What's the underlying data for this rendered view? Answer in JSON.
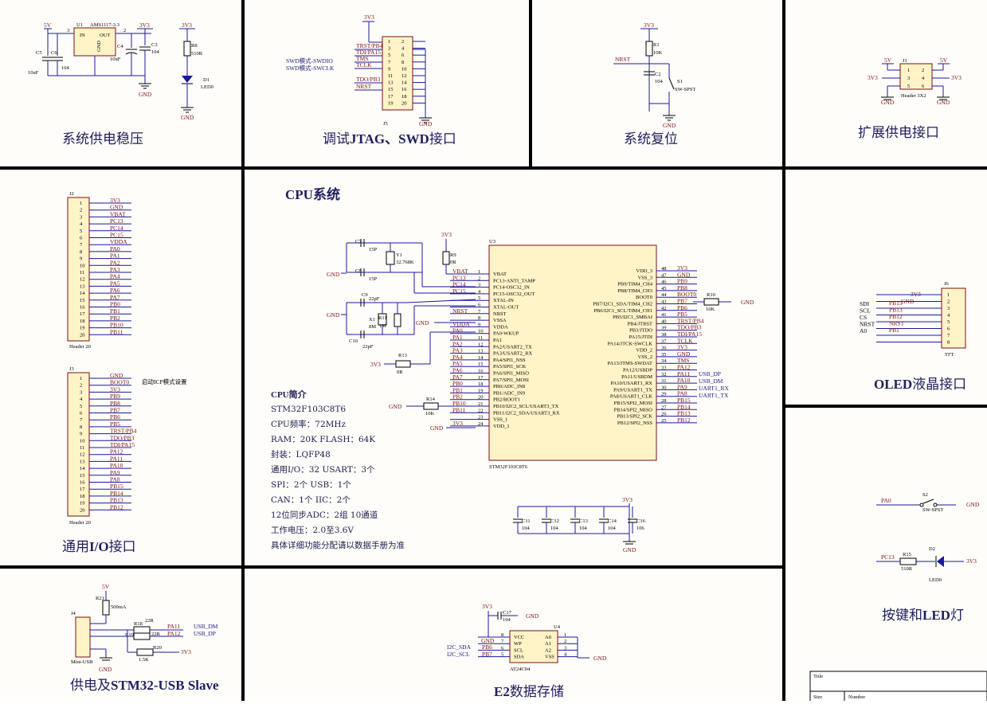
{
  "sections": {
    "power_reg": "系统供电稳压",
    "jtag_prefix": "调试",
    "jtag_bold": "JTAG、SWD",
    "jtag_suffix": "接口",
    "reset": "系统复位",
    "ext_power": "扩展供电接口",
    "cpu_title": "CPU系统",
    "io_prefix": "通用",
    "io_bold": "I/O",
    "io_suffix": "接口",
    "oled_bold": "OLED",
    "oled_suffix": "液晶接口",
    "key_prefix": "按键和",
    "key_bold": "LED",
    "key_suffix": "灯",
    "usb_prefix": "供电及",
    "usb_bold": "STM32-USB Slave",
    "eeprom_bold": "E2",
    "eeprom_suffix": "数据存储"
  },
  "cpu_info": {
    "heading": "CPU简介",
    "lines": [
      "STM32F103C8T6",
      "CPU频率：72MHz",
      "RAM：20K  FLASH：64K",
      "封装：LQFP48",
      "通用I/O：32     USART：3个",
      "SPI：2个          USB：1个",
      "CAN：1个         IIC：2个",
      "12位同步ADC：2组  10通道",
      "工作电压：2.0至3.6V",
      "具体详细功能分配请以数据手册为准"
    ]
  },
  "title_block": {
    "title": "Title",
    "size": "Size",
    "number": "Number"
  },
  "net": {
    "v5": "5V",
    "v33": "3V3",
    "gnd": "GND",
    "nrst": "NRST"
  },
  "reg": {
    "u1": "U1",
    "part": "AMS1117-3.3",
    "in": "IN",
    "out": "OUT",
    "gnd": "GND",
    "c5": "C5",
    "c6": "C6",
    "c4": "C4",
    "c3": "C3",
    "c5v": "10uF",
    "c6v": "104",
    "c4v": "10uF",
    "c3v": "104",
    "r8": "R8",
    "r8v": "510R",
    "d1": "D1",
    "d1v": "LED0",
    "p3": "3",
    "p2": "2",
    "p1": "1"
  },
  "jtag": {
    "j5": "J5",
    "left_nets": [
      "TRST/PB4",
      "TDI/PA15",
      "TMS",
      "TCLK",
      "",
      "TDO/PB3",
      "NRST"
    ],
    "swdio": "SWD模式-SWDIO",
    "swclk": "SWD模式-SWCLK",
    "odd": [
      "1",
      "3",
      "5",
      "7",
      "9",
      "11",
      "13",
      "15",
      "17",
      "19"
    ],
    "even": [
      "2",
      "4",
      "6",
      "8",
      "10",
      "12",
      "14",
      "16",
      "18",
      "20"
    ]
  },
  "rst": {
    "r1": "R1",
    "r1v": "10K",
    "c2": "C2",
    "c2v": "104",
    "s1": "S1",
    "s1v": "SW-SPST"
  },
  "ext": {
    "j1": "J1",
    "part": "Header 3X2",
    "pins": [
      "1",
      "2",
      "3",
      "4",
      "5",
      "6"
    ]
  },
  "j2": {
    "name": "J2",
    "part": "Header 20",
    "nets": [
      "3V3",
      "GND",
      "VBAT",
      "PC13",
      "PC14",
      "PC15",
      "VDDA",
      "PA0",
      "PA1",
      "PA2",
      "PA3",
      "PA4",
      "PA5",
      "PA6",
      "PA7",
      "PB0",
      "PB1",
      "PB2",
      "PB10",
      "PB11"
    ]
  },
  "j3": {
    "name": "J3",
    "part": "Header 20",
    "icp": "启动ICP模式设置",
    "nets": [
      "GND",
      "BOOT0",
      "3V3",
      "PB9",
      "PB8",
      "PB7",
      "PB6",
      "PB5",
      "TRST/PB4",
      "TDO/PB3",
      "TDI/PA15",
      "PA12",
      "PA11",
      "PA10",
      "PA9",
      "PA8",
      "PB15",
      "PB14",
      "PB13",
      "PB12"
    ]
  },
  "mcu": {
    "u3": "U3",
    "part": "STM32F103C8T6",
    "left_pins": [
      [
        "1",
        "VBAT",
        "VBAT"
      ],
      [
        "2",
        "PC13-ANTI_TAMP",
        "PC13"
      ],
      [
        "3",
        "PC14-OSC32_IN",
        "PC14"
      ],
      [
        "4",
        "PC15-OSC32_OUT",
        "PC15"
      ],
      [
        "5",
        "XTAL-IN",
        ""
      ],
      [
        "6",
        "XTAL-OUT",
        ""
      ],
      [
        "7",
        "NRST",
        "NRST"
      ],
      [
        "8",
        "VSSA",
        ""
      ],
      [
        "9",
        "VDDA",
        "VDDA"
      ],
      [
        "10",
        "PA0-WKUP",
        "PA0"
      ],
      [
        "11",
        "PA1",
        "PA1"
      ],
      [
        "12",
        "PA2/USART2_TX",
        "PA2"
      ],
      [
        "13",
        "PA3/USART2_RX",
        "PA3"
      ],
      [
        "14",
        "PA4/SPI1_NSS",
        "PA4"
      ],
      [
        "15",
        "PA5/SPI1_SCK",
        "PA5"
      ],
      [
        "16",
        "PA6/SPI1_MISO",
        "PA6"
      ],
      [
        "17",
        "PA7/SPI1_MOSI",
        "PA7"
      ],
      [
        "18",
        "PB0/ADC_IN8",
        "PB0"
      ],
      [
        "19",
        "PB1/ADC_IN9",
        "PB1"
      ],
      [
        "20",
        "PB2/BOOT1",
        "PB2"
      ],
      [
        "21",
        "PB10/I2C2_SCL/USART3_TX",
        "PB10"
      ],
      [
        "22",
        "PB11/I2C2_SDA/USART3_RX",
        "PB11"
      ],
      [
        "23",
        "VSS_1",
        ""
      ],
      [
        "24",
        "VDD_1",
        "3V3"
      ]
    ],
    "right_pins": [
      [
        "48",
        "VDD_3",
        "3V3"
      ],
      [
        "47",
        "VSS_3",
        "GND"
      ],
      [
        "46",
        "PB9/TIM4_CH4",
        "PB9"
      ],
      [
        "45",
        "PB8/TIM4_CH3",
        "PB8"
      ],
      [
        "44",
        "BOOT0",
        "BOOT0"
      ],
      [
        "43",
        "PB7/I2C1_SDA/TIM4_CH2",
        "PB7"
      ],
      [
        "42",
        "PB6/I2C1_SCL/TIM4_CH1",
        "PB6"
      ],
      [
        "41",
        "PB5/I2C1_SMBAI",
        "PB5"
      ],
      [
        "40",
        "PB4/JTRST",
        "TRST/PB4"
      ],
      [
        "39",
        "PB3/JTDO",
        "TDO/PB3"
      ],
      [
        "38",
        "PA15/JTDI",
        "TDI/PA15"
      ],
      [
        "37",
        "PA14/JTCK-SWCLK",
        "TCLK"
      ],
      [
        "36",
        "VDD_2",
        "3V3"
      ],
      [
        "35",
        "VSS_2",
        "GND"
      ],
      [
        "34",
        "PA13/JTMS-SWDAT",
        "TMS"
      ],
      [
        "33",
        "PA12/USBDP",
        "PA12"
      ],
      [
        "32",
        "PA11/USBDM",
        "PA11"
      ],
      [
        "31",
        "PA10/USART1_RX",
        "PA10"
      ],
      [
        "30",
        "PA9/USART1_TX",
        "PA9"
      ],
      [
        "29",
        "PA8/USART1_CLK",
        "PA8"
      ],
      [
        "28",
        "PB15/SPI2_MOSI",
        "PB15"
      ],
      [
        "27",
        "PB14/SPI2_MISO",
        "PB14"
      ],
      [
        "26",
        "PB13/SPI2_SCK",
        "PB13"
      ],
      [
        "25",
        "PB12/SPI2_NSS",
        "PB12"
      ]
    ],
    "usb_dp": "USB_DP",
    "usb_dm": "USB_DM",
    "uart_rx": "UART1_RX",
    "uart_tx": "UART1_TX",
    "c7": "C7",
    "c7v": "15P",
    "c8": "C8",
    "c8v": "15P",
    "y1": "Y1",
    "y1v": "32.768K",
    "c9": "C9",
    "c9v": "22pF",
    "c10": "C10",
    "c10v": "22pF",
    "x1": "X1",
    "x1v": "8M",
    "r11": "R11",
    "r11v": "1M",
    "r9": "R9",
    "r9v": "0R",
    "r13": "R13",
    "r13v": "0R",
    "r14": "R14",
    "r14v": "10K",
    "r10": "R10",
    "r10v": "10K"
  },
  "decoup": {
    "caps": [
      [
        "C11",
        "104"
      ],
      [
        "C12",
        "104"
      ],
      [
        "C13",
        "104"
      ],
      [
        "C14",
        "104"
      ],
      [
        "C16",
        "106"
      ]
    ]
  },
  "oled": {
    "j6": "J6",
    "part": "TFT",
    "sigs": [
      "SDI",
      "SCL",
      "CS",
      "NRST",
      "A0"
    ],
    "nets": [
      "PB15",
      "PB13",
      "PB12",
      "NRST",
      "PB1"
    ],
    "pins": [
      "1",
      "2",
      "3",
      "4",
      "5",
      "6",
      "7",
      "8"
    ]
  },
  "keys": {
    "pa0": "PA0",
    "s2": "S2",
    "s2v": "SW-SPST",
    "pc13": "PC13",
    "r15": "R15",
    "r15v": "510R",
    "d2": "D2",
    "d2v": "LED0"
  },
  "usb": {
    "j4": "J4",
    "part": "Mini-USB",
    "r21": "R21",
    "r21v": "500mA",
    "r18": "R18",
    "r18v": "22R",
    "r19": "R19",
    "r19v": "22R",
    "r20": "R20",
    "r20v": "1.5K",
    "pa11": "PA11",
    "pa12": "PA12",
    "usbdm": "USB_DM",
    "usbdp": "USB_DP"
  },
  "eeprom": {
    "u4": "U4",
    "part": "AT24C04",
    "c17": "C17",
    "c17v": "104",
    "sda": "I2C_SDA",
    "scl": "I2C_SCL",
    "pb6": "PB6",
    "pb7": "PB7",
    "pins_l": [
      [
        "8",
        "VCC"
      ],
      [
        "7",
        "WP"
      ],
      [
        "6",
        "SCL"
      ],
      [
        "5",
        "SDA"
      ]
    ],
    "pins_r": [
      [
        "A0",
        "1"
      ],
      [
        "A1",
        "2"
      ],
      [
        "A2",
        "3"
      ],
      [
        "VSS",
        "4"
      ]
    ]
  }
}
